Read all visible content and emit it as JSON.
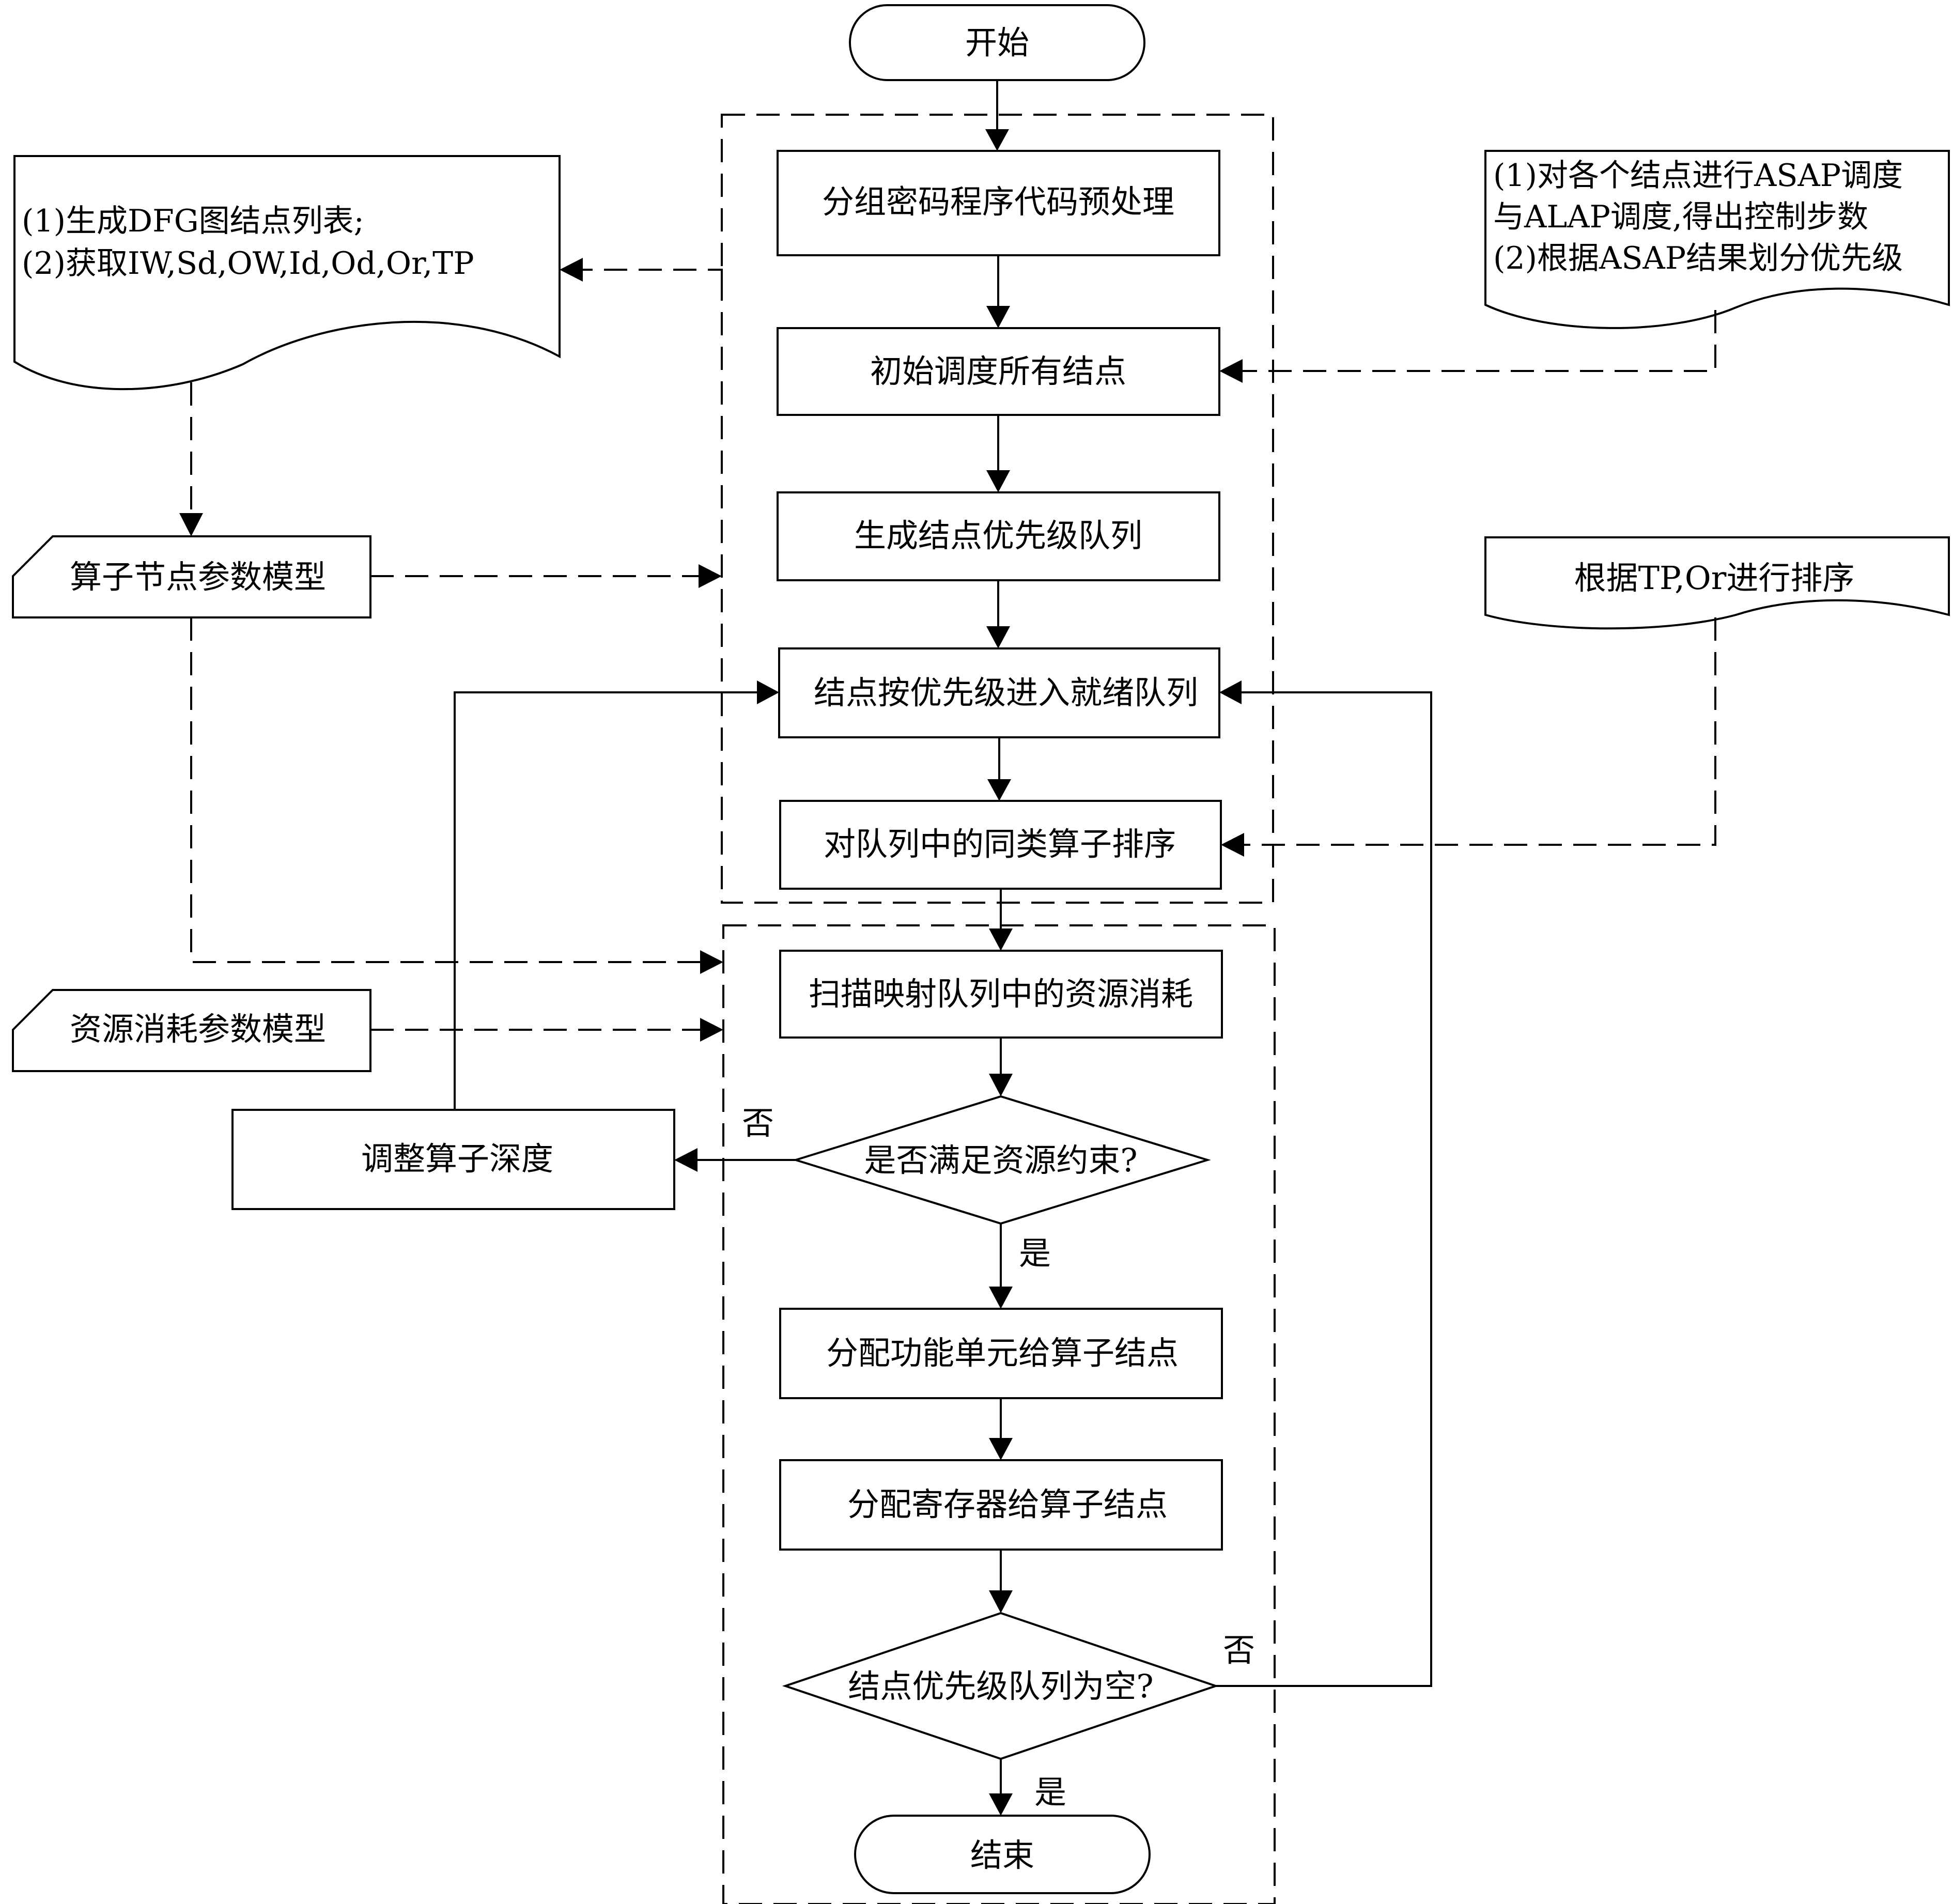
{
  "flow": {
    "start": "开始",
    "preprocess": "分组密码程序代码预处理",
    "init_schedule": "初始调度所有结点",
    "gen_priority_queue": "生成结点优先级队列",
    "enter_ready_queue": "结点按优先级进入就绪队列",
    "sort_same_ops": "对队列中的同类算子排序",
    "scan_resource": "扫描映射队列中的资源消耗",
    "check_resource": "是否满足资源约束?",
    "adjust_depth": "调整算子深度",
    "assign_fu": "分配功能单元给算子结点",
    "assign_reg": "分配寄存器给算子结点",
    "queue_empty": "结点优先级队列为空?",
    "end": "结束",
    "yes": "是",
    "no": "否"
  },
  "notes": {
    "dfg_line1": "(1)生成DFG图结点列表;",
    "dfg_line2": "(2)获取IW,Sd,OW,Id,Od,Or,TP",
    "asap_line1": "(1)对各个结点进行ASAP调度",
    "asap_line2": "与ALAP调度,得出控制步数",
    "asap_line3": "(2)根据ASAP结果划分优先级",
    "sort_note": "根据TP,Or进行排序",
    "op_model": "算子节点参数模型",
    "res_model": "资源消耗参数模型"
  }
}
